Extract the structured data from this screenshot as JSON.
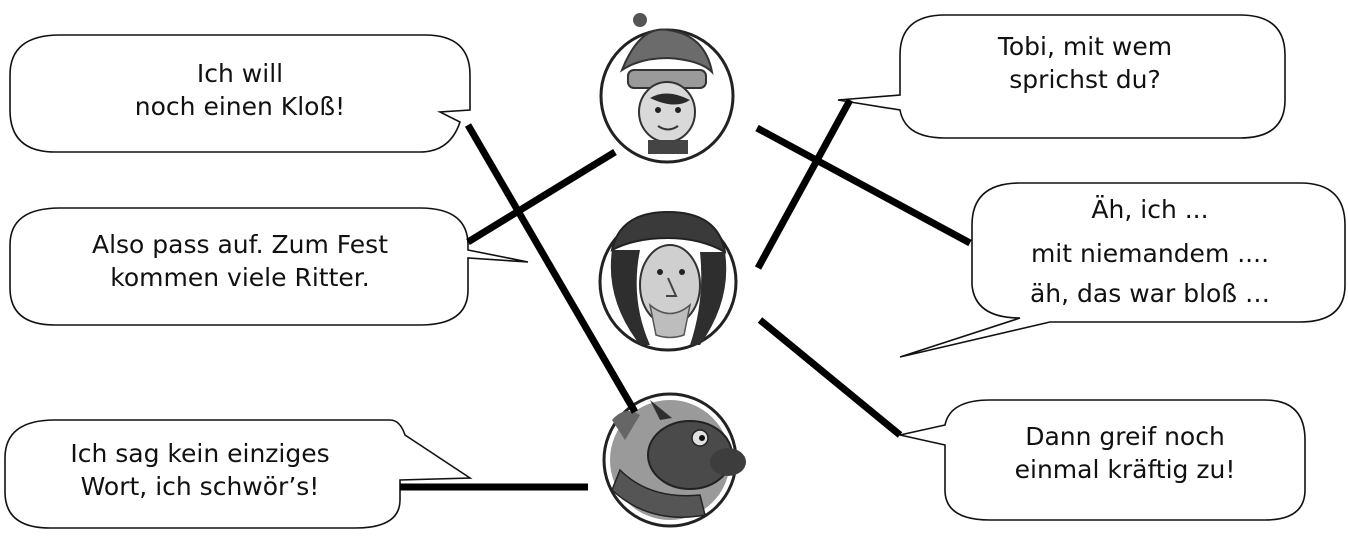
{
  "speech_bubbles": {
    "top_left": {
      "lines": [
        "Ich will",
        "noch einen Kloß!"
      ]
    },
    "mid_left": {
      "lines": [
        "Also pass auf. Zum Fest",
        "kommen viele Ritter."
      ]
    },
    "bottom_left": {
      "lines": [
        "Ich sag kein einziges",
        "Wort, ich schwör’s!"
      ]
    },
    "top_right": {
      "lines": [
        "Tobi, mit wem",
        "sprichst du?"
      ]
    },
    "mid_right": {
      "lines": [
        "Äh, ich ...",
        "mit niemandem ....",
        "äh, das war bloß …"
      ]
    },
    "bottom_right": {
      "lines": [
        "Dann greif noch",
        "einmal kräftig zu!"
      ]
    }
  },
  "portraits": {
    "top": "knight-boy-portrait",
    "middle": "old-man-portrait",
    "bottom": "dragon-portrait"
  },
  "colors": {
    "ink": "#000000",
    "paper": "#ffffff"
  }
}
